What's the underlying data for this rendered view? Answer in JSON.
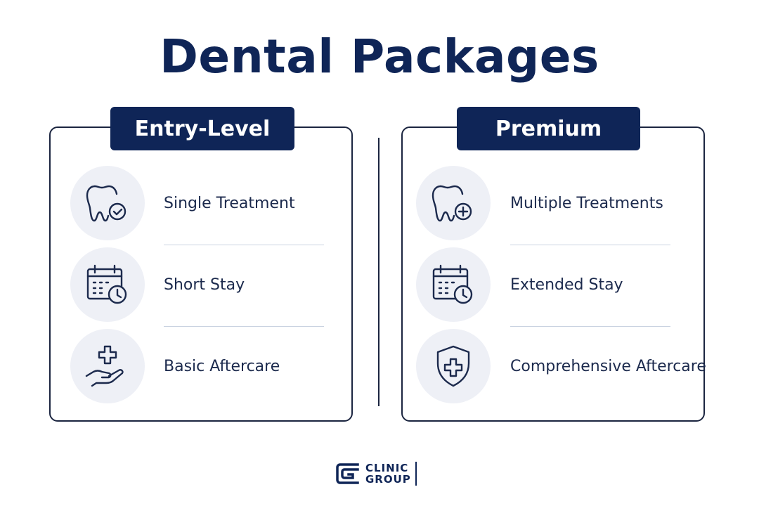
{
  "title": "Dental Packages",
  "packages": [
    {
      "name": "Entry-Level",
      "items": [
        {
          "label": "Single Treatment",
          "icon": "tooth-check-icon"
        },
        {
          "label": "Short Stay",
          "icon": "calendar-clock-icon"
        },
        {
          "label": "Basic Aftercare",
          "icon": "hand-cross-icon"
        }
      ]
    },
    {
      "name": "Premium",
      "items": [
        {
          "label": "Multiple Treatments",
          "icon": "tooth-plus-icon"
        },
        {
          "label": "Extended Stay",
          "icon": "calendar-clock-icon"
        },
        {
          "label": "Comprehensive Aftercare",
          "icon": "shield-cross-icon"
        }
      ]
    }
  ],
  "logo": {
    "line1": "CLINIC",
    "line2": "GROUP"
  },
  "colors": {
    "navy": "#0f2557",
    "icon_bg": "#eef0f6",
    "divider": "#c9d2e0"
  }
}
